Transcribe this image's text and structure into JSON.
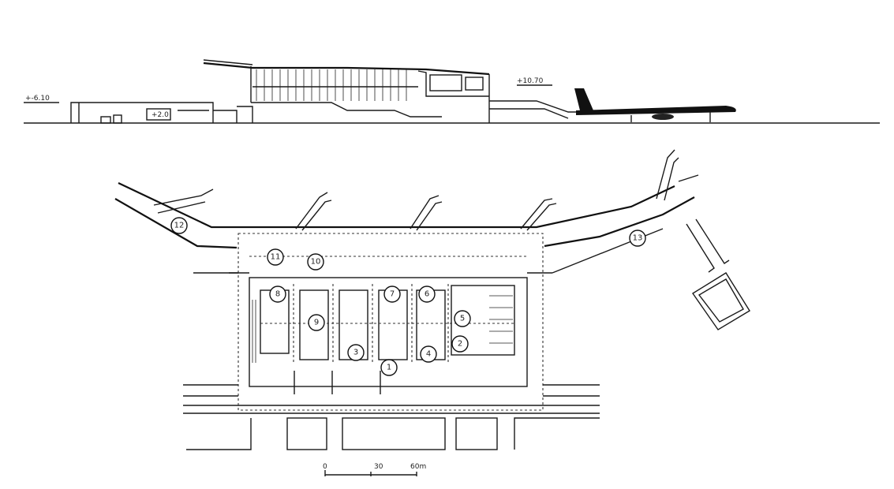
{
  "section": {
    "label_left": "+-6.10",
    "label_mid": "+2.0",
    "label_right": "+10.70"
  },
  "plan": {
    "markers": [
      "1",
      "2",
      "3",
      "4",
      "5",
      "6",
      "7",
      "8",
      "9",
      "10",
      "11",
      "12",
      "13"
    ]
  },
  "scale": {
    "start": "0",
    "mid": "30",
    "end": "60m"
  }
}
